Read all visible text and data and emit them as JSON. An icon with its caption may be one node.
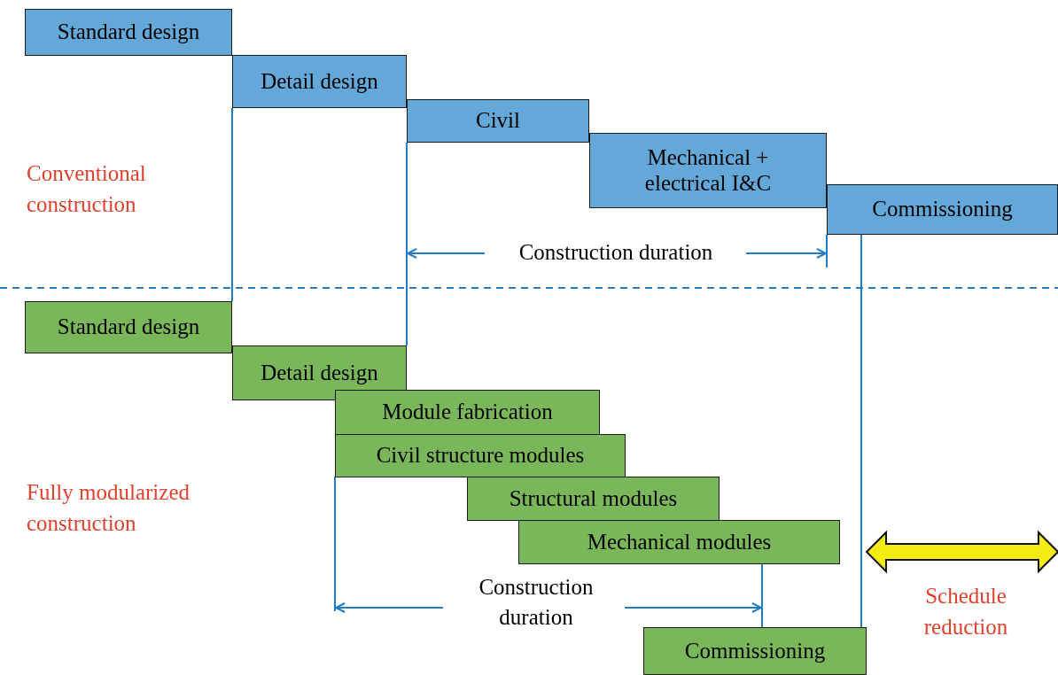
{
  "diagram": {
    "nodes": [
      {
        "text": [
          "Standard design"
        ]
      },
      {
        "text": [
          "Detail design"
        ]
      },
      {
        "text": [
          "Civil"
        ]
      },
      {
        "text": [
          "Mechanical + electrical I&C"
        ]
      },
      {
        "text": [
          "Commissioning"
        ]
      },
      {
        "text": [
          "Standard design"
        ]
      },
      {
        "text": [
          "Detail design"
        ]
      },
      {
        "text": [
          "Module fabrication"
        ]
      },
      {
        "text": [
          "Civil structure modules"
        ]
      },
      {
        "text": [
          "Structural modules"
        ]
      },
      {
        "text": [
          "Mechanical modules"
        ]
      },
      {
        "text": [
          "Commissioning"
        ]
      }
    ],
    "edges": [
      {
        "from": 1,
        "to": 5,
        "arrow": "none"
      },
      {
        "from": 2,
        "to": 6,
        "arrow": "none"
      },
      {
        "from": 4,
        "to": 11,
        "arrow": "none"
      },
      {
        "from": 10,
        "to": 11,
        "arrow": "none"
      }
    ],
    "labels": [
      "Conventional construction",
      "Construction duration",
      "Fully modularized construction",
      "Construction duration",
      "Schedule reduction"
    ]
  }
}
